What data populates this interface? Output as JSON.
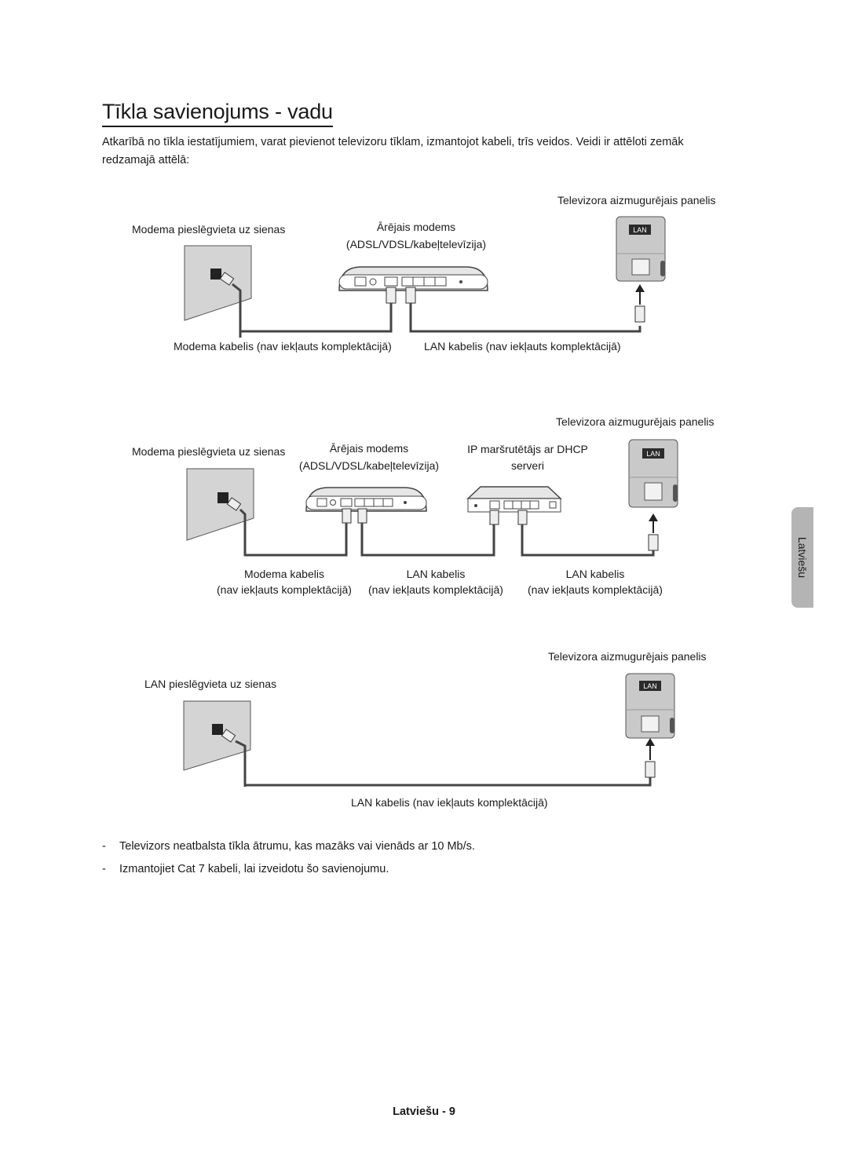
{
  "page": {
    "title": "Tīkla savienojums - vadu",
    "intro": "Atkarībā no tīkla iestatījumiem, varat pievienot televizoru tīklam, izmantojot kabeli, trīs veidos. Veidi ir attēloti zemāk redzamajā attēlā:",
    "side_tab": "Latviešu",
    "footer": "Latviešu - 9"
  },
  "diagram1": {
    "tv_panel": "Televizora aizmugurējais panelis",
    "wall_socket": "Modema pieslēgvieta uz sienas",
    "modem_line1": "Ārējais modems",
    "modem_line2": "(ADSL/VDSL/kabeļtelevīzija)",
    "lan_badge": "LAN",
    "modem_cable": "Modema kabelis (nav iekļauts komplektācijā)",
    "lan_cable": "LAN kabelis (nav iekļauts komplektācijā)"
  },
  "diagram2": {
    "tv_panel": "Televizora aizmugurējais panelis",
    "wall_socket": "Modema pieslēgvieta uz sienas",
    "modem_line1": "Ārējais modems",
    "modem_line2": "(ADSL/VDSL/kabeļtelevīzija)",
    "router_line1": "IP maršrutētājs ar DHCP",
    "router_line2": "serveri",
    "lan_badge": "LAN",
    "modem_cable_line1": "Modema kabelis",
    "modem_cable_line2": "(nav iekļauts komplektācijā)",
    "lan_cable1_line1": "LAN kabelis",
    "lan_cable1_line2": "(nav iekļauts komplektācijā)",
    "lan_cable2_line1": "LAN kabelis",
    "lan_cable2_line2": "(nav iekļauts komplektācijā)"
  },
  "diagram3": {
    "tv_panel": "Televizora aizmugurējais panelis",
    "wall_socket": "LAN pieslēgvieta uz sienas",
    "lan_badge": "LAN",
    "lan_cable": "LAN kabelis (nav iekļauts komplektācijā)"
  },
  "notes": [
    "Televizors neatbalsta tīkla ātrumu, kas mazāks vai vienāds ar 10 Mb/s.",
    "Izmantojiet Cat 7 kabeli, lai izveidotu šo savienojumu."
  ],
  "note_marker": "-",
  "colors": {
    "line": "#444444",
    "panel": "#c9c9c9",
    "wall": "#d4d4d4",
    "badge": "#2b2b2b",
    "tab": "#b4b4b4"
  }
}
